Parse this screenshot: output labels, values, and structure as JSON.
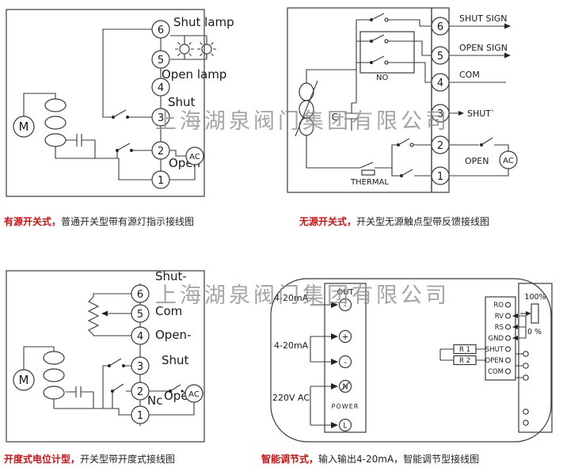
{
  "watermark": "上海湖泉阀门集团有限公司",
  "panels": {
    "tl": {
      "caption_type": "有源开关式，",
      "caption_rest": "普通开关型带有源灯指示接线图",
      "motor": "M",
      "ac": "AC",
      "terminals": [
        "6",
        "5",
        "4",
        "3",
        "2",
        "1"
      ],
      "shut_lamp": "Shut lamp",
      "open_lamp": "Open lamp",
      "shut": "Shut",
      "open": "Open"
    },
    "tr": {
      "caption_type": "无源开关式，",
      "caption_rest": "开关型无源触点型带反馈接线图",
      "terminals": [
        "6",
        "5",
        "4",
        "3",
        "2",
        "1"
      ],
      "shut_sign": "SHUT SIGN",
      "open_sign": "OPEN SIGN",
      "com": "COM",
      "shut": "SHUT`",
      "open": "OPEN",
      "no": "NO",
      "thermal": "THERMAL",
      "capacitor": "C",
      "ac": "AC"
    },
    "bl": {
      "caption_type": "开度式电位计型，",
      "caption_rest": "开关型带开度式接线图",
      "motor": "M",
      "ac": "AC",
      "terminals": [
        "6",
        "5",
        "4",
        "3",
        "2",
        "1"
      ],
      "shut_minus": "Shut-",
      "com": "Com",
      "open_minus": "Open-",
      "shut": "Shut",
      "nc": "Nc",
      "open": "Open"
    },
    "br": {
      "caption_type": "智能调节式，",
      "caption_rest": "输入输出4-20mA，智能调节型接线图",
      "out_current": "4-20mA",
      "in_current": "4-20mA",
      "supply": "220V  AC",
      "out": "OUT",
      "minus_out": "-",
      "plus_in": "+",
      "minus_in": "-",
      "neutral": "N",
      "power": "POWER",
      "line": "L",
      "signals": [
        "RO",
        "RV",
        "RS",
        "GND",
        "SHUT",
        "OPEN",
        "COM"
      ],
      "r1": "R 1",
      "r2": "R 2",
      "pot_max": "100%",
      "pot_min": "0 %"
    }
  }
}
